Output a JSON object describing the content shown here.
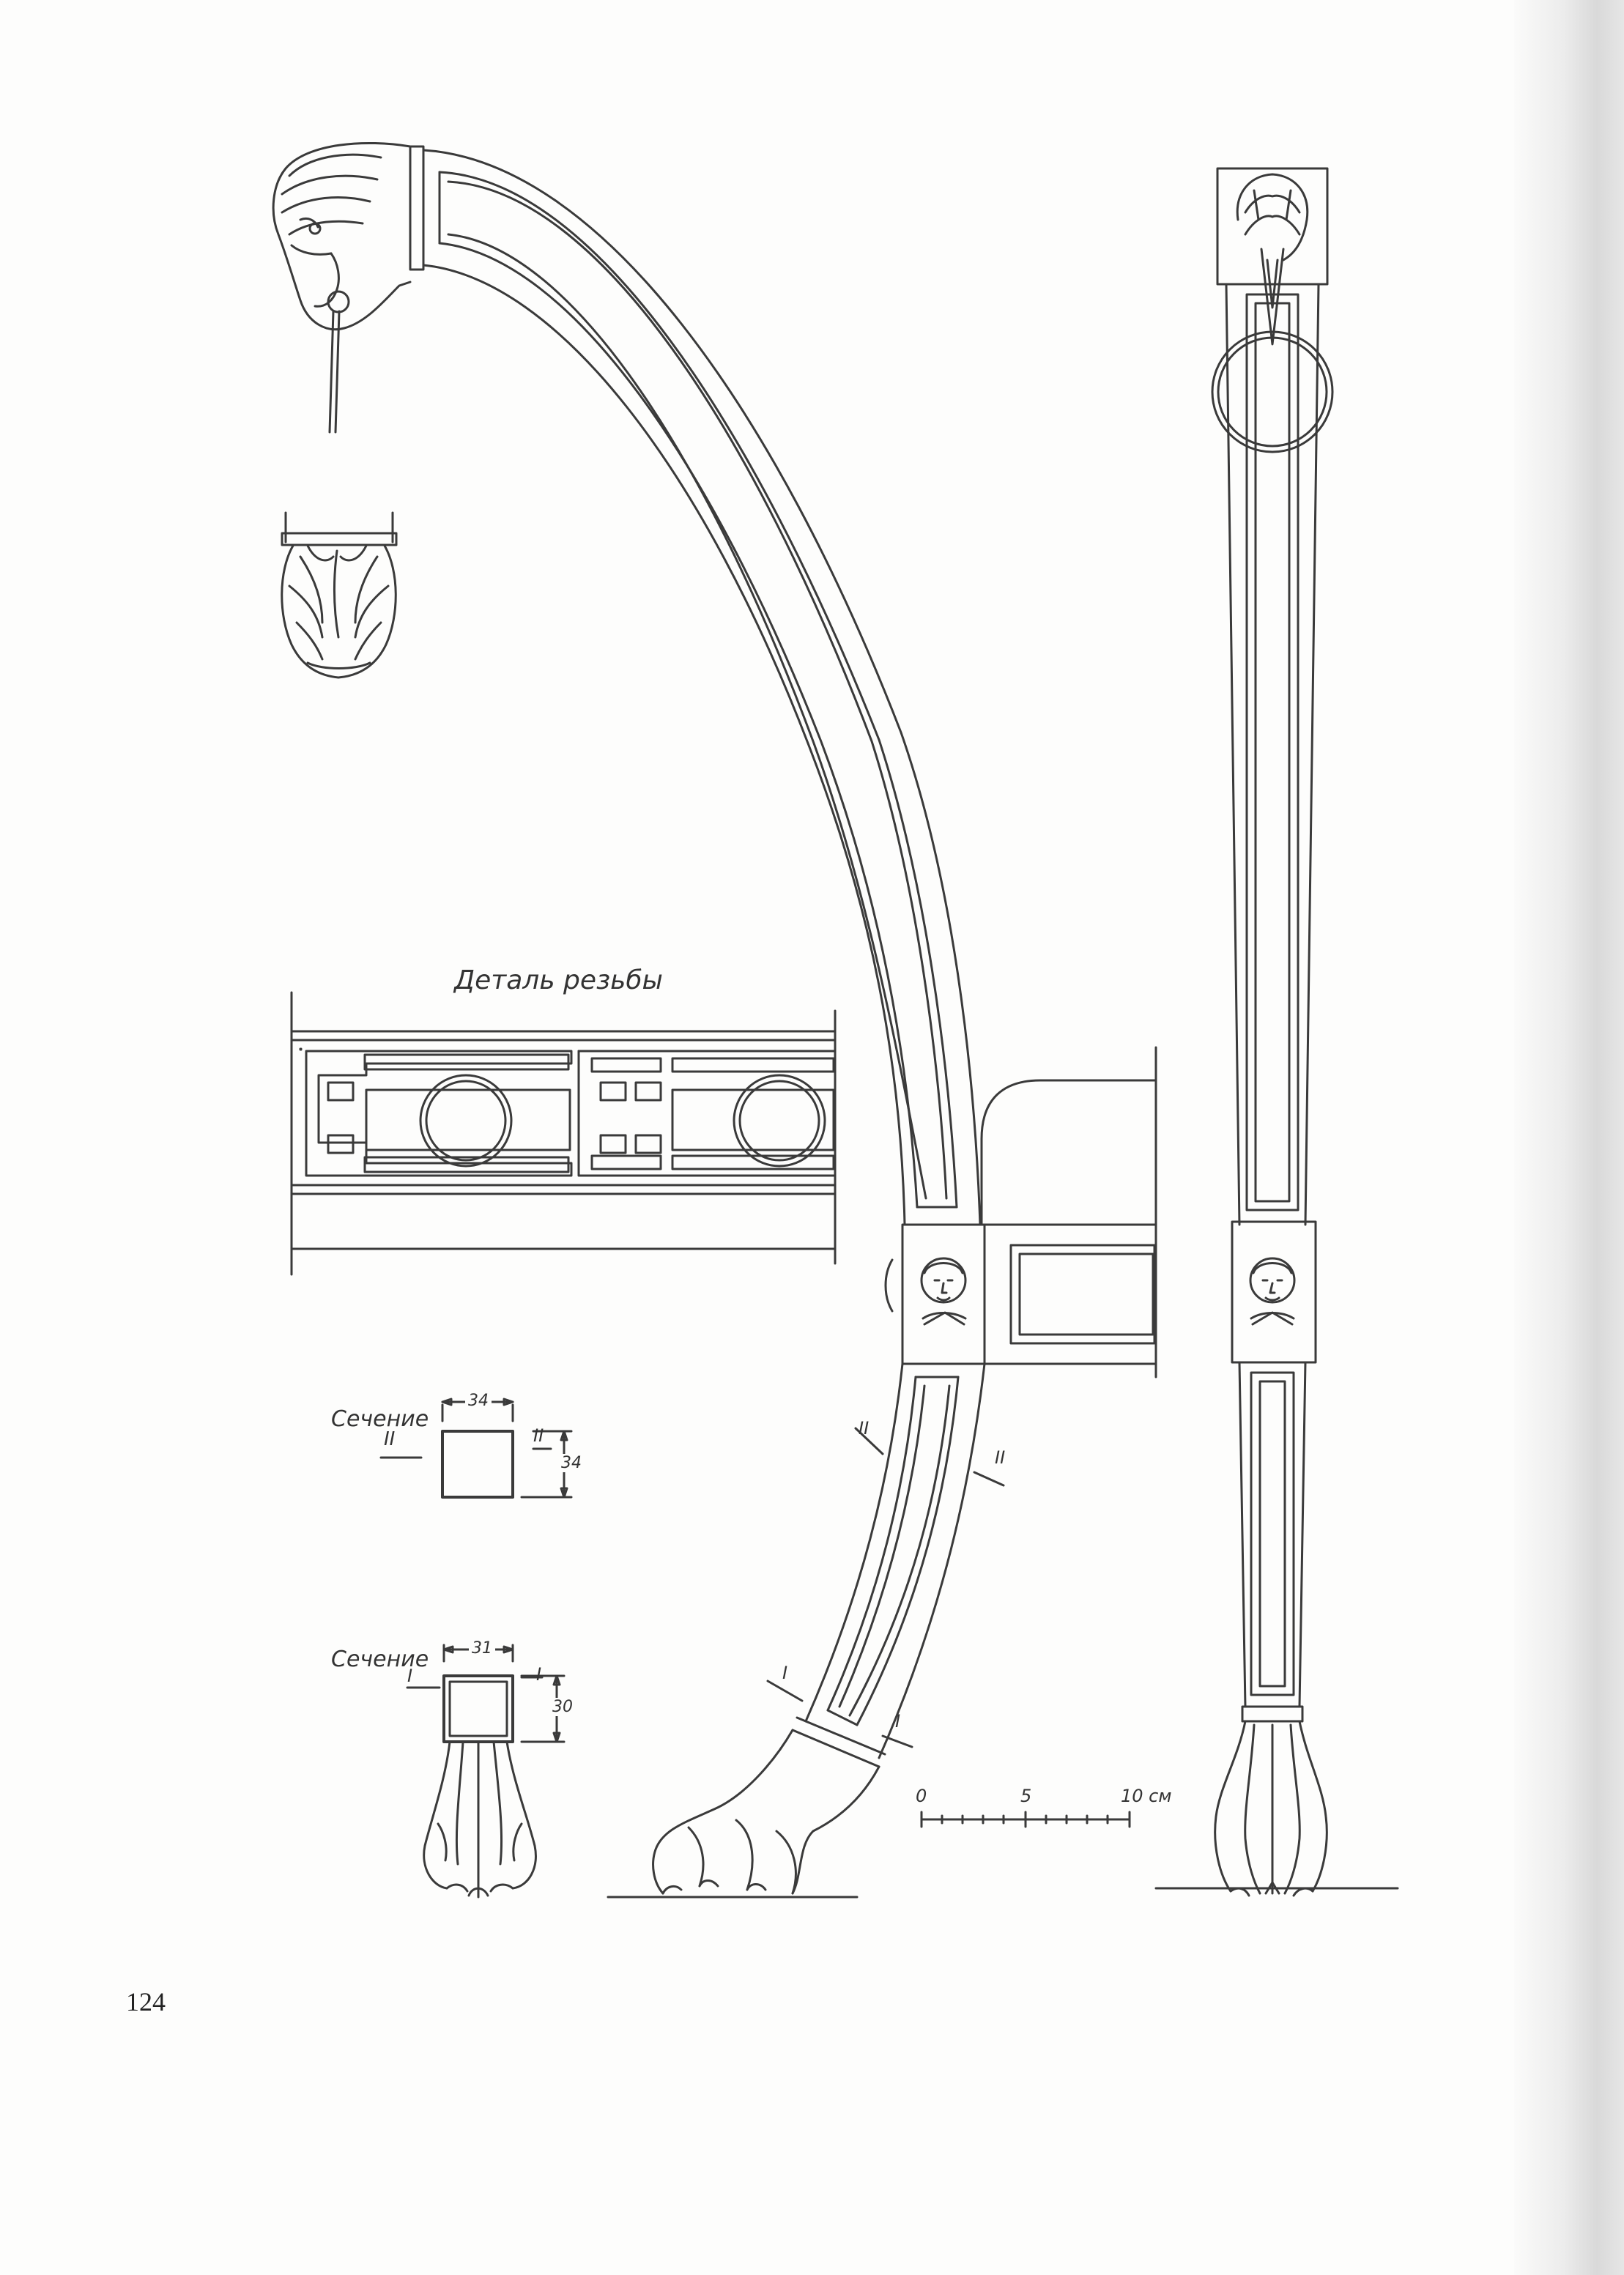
{
  "title": "Деталь резьбы",
  "section_ii": {
    "label": "Сечение",
    "mark": "II",
    "width": "34",
    "height": "34"
  },
  "section_i": {
    "label": "Сечение",
    "mark": "I",
    "width": "31",
    "height": "30"
  },
  "cut_marks": {
    "upper": "II",
    "lower": "I"
  },
  "scale": {
    "tick_0": "0",
    "tick_5": "5",
    "tick_10": "10 см"
  },
  "page_number": "124",
  "colors": {
    "line": "#3a3a3a",
    "paper": "#fdfdfc"
  }
}
